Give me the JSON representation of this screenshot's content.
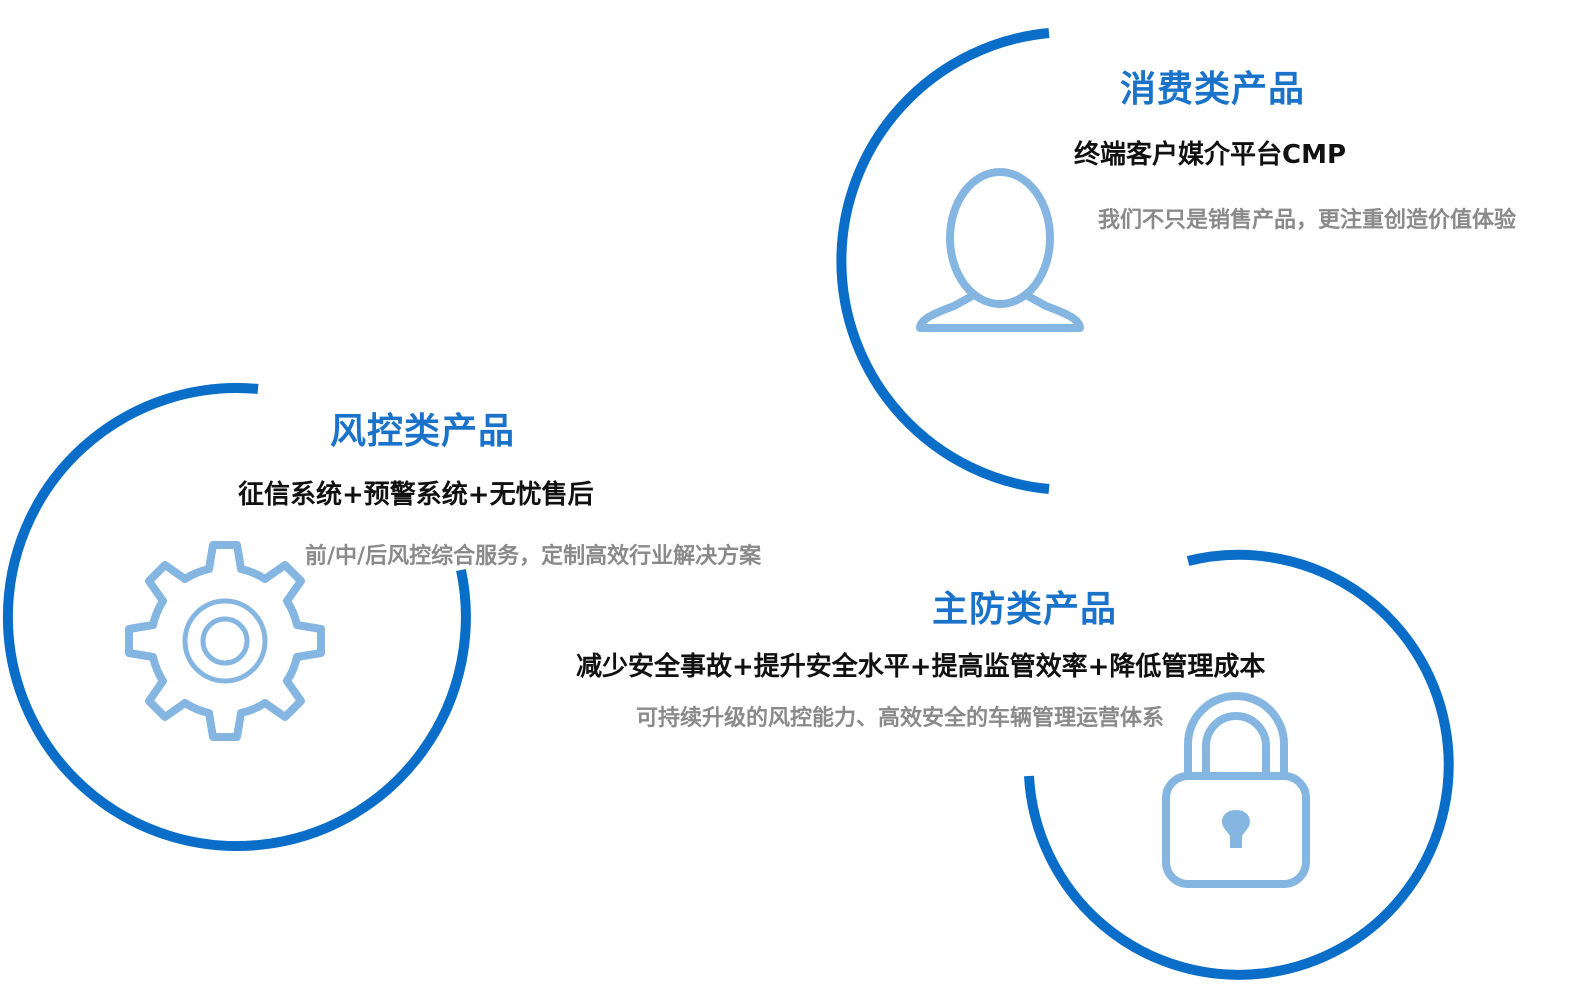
{
  "colors": {
    "arc": "#0a6ec8",
    "icon": "#85b6e2",
    "title": "#1a73c9",
    "subtitle": "#111111",
    "description": "#8a8a8a"
  },
  "consumer": {
    "title": "消费类产品",
    "subtitle": "终端客户媒介平台CMP",
    "description": "我们不只是销售产品，更注重创造价值体验",
    "icon": "user-icon"
  },
  "risk": {
    "title": "风控类产品",
    "subtitle": "征信系统+预警系统+无忧售后",
    "description": "前/中/后风控综合服务，定制高效行业解决方案",
    "icon": "gear-icon"
  },
  "defense": {
    "title": "主防类产品",
    "subtitle": "减少安全事故+提升安全水平+提高监管效率+降低管理成本",
    "description": "可持续升级的风控能力、高效安全的车辆管理运营体系",
    "icon": "lock-icon"
  }
}
